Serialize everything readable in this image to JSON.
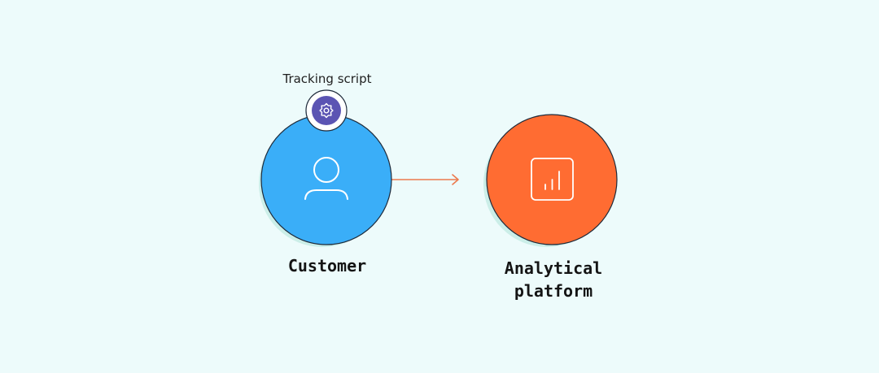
{
  "nodes": {
    "customer": {
      "label": "Customer",
      "color": "#3aaef8",
      "icon": "user-icon"
    },
    "platform": {
      "label_line1": "Analytical",
      "label_line2": "platform",
      "color": "#ff6c32",
      "icon": "bar-chart-icon"
    }
  },
  "badge": {
    "label": "Tracking script",
    "color": "#5b54b3",
    "icon": "gear-icon"
  },
  "edge": {
    "from": "customer",
    "to": "platform",
    "color": "#ec7a4e"
  },
  "colors": {
    "background": "#edfbfb",
    "shadow": "#cbeee8",
    "outline": "#1d2a3a",
    "text": "#141414"
  }
}
